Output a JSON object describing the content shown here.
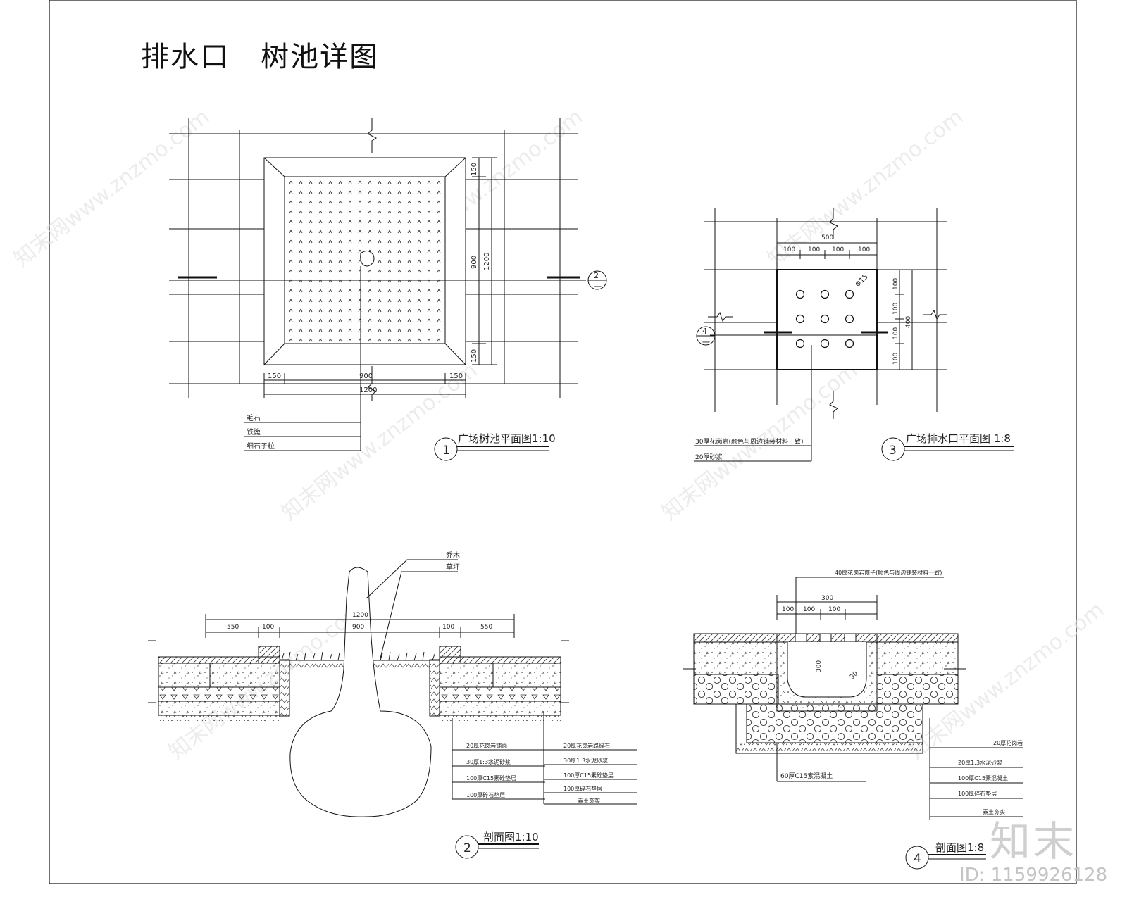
{
  "title": "排水口   树池详图",
  "watermark": {
    "text": "知末网www.znzmo.com",
    "brand": "知末",
    "id_text": "ID: 1159926128"
  },
  "drawing1": {
    "number": "1",
    "caption": "广场树池平面图1:10",
    "dims": {
      "top": "150",
      "middle": "900",
      "overall": "1200",
      "bottom": "150",
      "left": "150",
      "center": "900",
      "right": "150",
      "total": "1200"
    },
    "leaders": [
      "毛石",
      "铁篦",
      "细石子粒"
    ],
    "section_mark": {
      "num": "2",
      "sheet": "一"
    }
  },
  "drawing2": {
    "number": "2",
    "caption": "剖面图1:10",
    "labels": {
      "tree": "乔木",
      "grass": "草坪"
    },
    "dims": {
      "d1": "550",
      "d2": "100",
      "d3": "900",
      "d4": "100",
      "d5": "550",
      "total": "1200"
    },
    "layers_left": [
      "20厚花岗岩铺面",
      "30厚1:3水泥砂浆",
      "100厚C15素砼垫层",
      "100厚碎石垫层"
    ],
    "layers_right": [
      "20厚花岗岩路缘石",
      "30厚1:3水泥砂浆",
      "100厚C15素砼垫层",
      "100厚碎石垫层",
      "素土夯实"
    ]
  },
  "drawing3": {
    "number": "3",
    "caption": "广场排水口平面图 1:8",
    "dims_top": [
      "500",
      "100",
      "100",
      "100",
      "100"
    ],
    "dims_right": [
      "100",
      "100",
      "100",
      "100",
      "400"
    ],
    "hole_label": "Φ15",
    "section_mark": {
      "num": "4",
      "sheet": "一"
    },
    "leaders": [
      "30厚花岗岩(颜色与周边铺装材料一致)",
      "20厚砂浆"
    ]
  },
  "drawing4": {
    "number": "4",
    "caption": "剖面图1:8",
    "top_note": "40厚花岗岩篦子(颜色与周边铺装材料一致)",
    "dims": [
      "300",
      "100",
      "100",
      "100"
    ],
    "inner_dims": [
      "300",
      "30"
    ],
    "bottom_note": "60厚C15素混凝土",
    "layers": [
      "20厚花岗岩",
      "20厚1:3水泥砂浆",
      "100厚C15素混凝土",
      "100厚碎石垫层",
      "素土夯实"
    ]
  }
}
